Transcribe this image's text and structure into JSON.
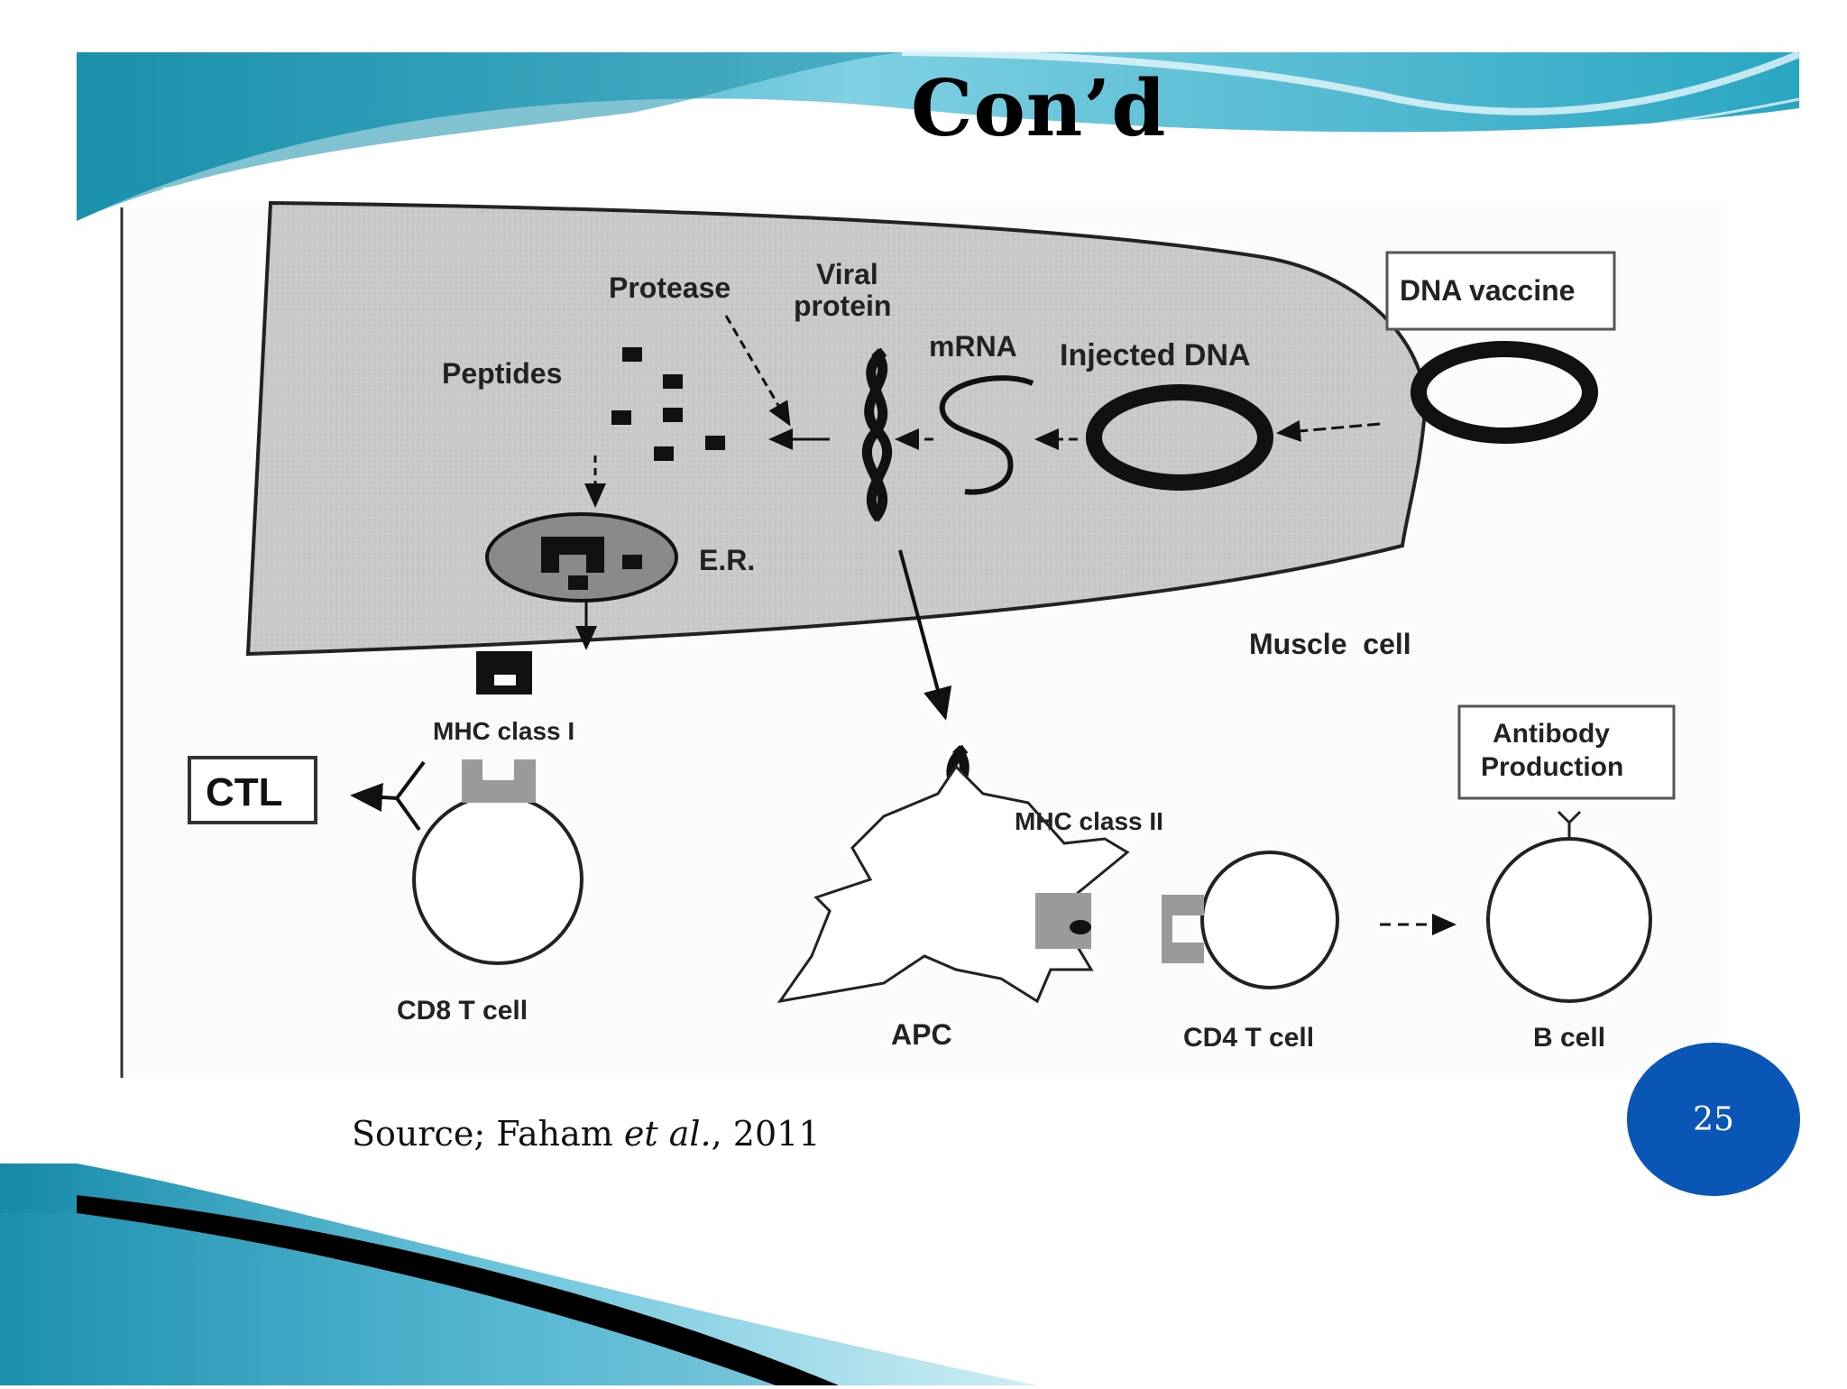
{
  "slide": {
    "title": "Con’d",
    "source_prefix": "Source; Faham ",
    "source_italic": "et al.",
    "source_suffix": ", 2011",
    "page_number": "25"
  },
  "diagram": {
    "labels": {
      "protease": "Protease",
      "viral_protein_line1": "Viral",
      "viral_protein_line2": "protein",
      "mrna": "mRNA",
      "injected_dna": "Injected DNA",
      "dna_vaccine": "DNA vaccine",
      "peptides": "Peptides",
      "er": "E.R.",
      "muscle_cell": "Muscle  cell",
      "mhc_class_i": "MHC class I",
      "ctl": "CTL",
      "cd8_t_cell": "CD8 T cell",
      "mhc_class_ii": "MHC class II",
      "apc": "APC",
      "cd4_t_cell": "CD4 T cell",
      "antibody_line1": "Antibody",
      "antibody_line2": "Production",
      "b_cell": "B cell"
    }
  }
}
